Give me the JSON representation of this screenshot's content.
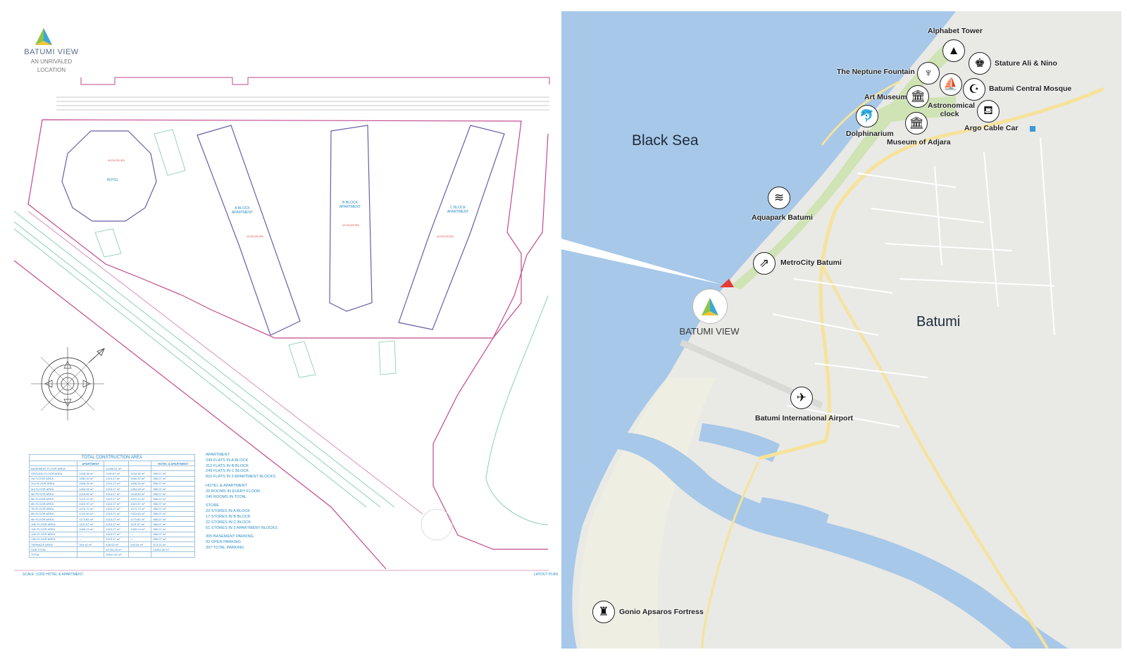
{
  "brand": {
    "name": "BATUMI VIEW",
    "tagline_1": "AN UNRIVALED",
    "tagline_2": "LOCATION"
  },
  "plan": {
    "buildings": {
      "hotel": "HOTEL",
      "a_block_1": "A BLOCK",
      "a_block_2": "APARTMENT",
      "b_block_1": "B BLOCK",
      "b_block_2": "APARTMENT",
      "c_block_1": "C BLOCK",
      "c_block_2": "APARTMENT"
    },
    "levels": {
      "hotel": "±0.00 (20.90)",
      "a_block": "±0.00 (20.90)",
      "b_block": "±0.00 (20.90)",
      "c_block": "±0.00 (20.90)"
    },
    "footer_left": "SCALE: 1/200    HOTEL & APARTMENT",
    "footer_right": "LAYOUT PLAN",
    "table": {
      "title": "TOTAL CONSTRUCTION AREA",
      "headers": [
        "",
        "APARTMENT",
        "",
        "",
        "HOTEL & APARTMENT"
      ],
      "rows": [
        [
          "BASEMENT FLOOR AREA",
          "",
          "11495.31 m²",
          "",
          ""
        ],
        [
          "GROUND FLOOR AREA",
          "1418.38 m²",
          "1192.87 m²",
          "1418.38 m²",
          "956.07 m²"
        ],
        [
          "1st FLOOR AREA",
          "1550.92 m²",
          "1313.27 m²",
          "1550.92 m²",
          "956.07 m²"
        ],
        [
          "2nd FLOOR AREA",
          "1506.26 m²",
          "1313.27 m²",
          "1506.26 m²",
          "956.07 m²"
        ],
        [
          "3rd FLOOR AREA",
          "1464.28 m²",
          "1313.27 m²",
          "1464.28 m²",
          "956.07 m²"
        ],
        [
          "4th FLOOR AREA",
          "1418.82 m²",
          "1313.27 m²",
          "1418.82 m²",
          "956.07 m²"
        ],
        [
          "5th FLOOR AREA",
          "1372.12 m²",
          "1313.27 m²",
          "1372.12 m²",
          "956.07 m²"
        ],
        [
          "6th FLOOR AREA",
          "1323.97 m²",
          "1313.27 m²",
          "1323.97 m²",
          "956.07 m²"
        ],
        [
          "7th FLOOR AREA",
          "1274.72 m²",
          "1313.27 m²",
          "1274.72 m²",
          "956.07 m²"
        ],
        [
          "8th FLOOR AREA",
          "1224.60 m²",
          "1313.27 m²",
          "1224.60 m²",
          "956.07 m²"
        ],
        [
          "9th FLOOR AREA",
          "1173.82 m²",
          "1313.27 m²",
          "1173.82 m²",
          "956.07 m²"
        ],
        [
          "10th FLOOR AREA",
          "1121.57 m²",
          "1313.27 m²",
          "1121.57 m²",
          "956.07 m²"
        ],
        [
          "11th FLOOR AREA",
          "1069.14 m²",
          "1313.27 m²",
          "1069.14 m²",
          "956.07 m²"
        ],
        [
          "12th FLOOR AREA",
          "—",
          "1313.27 m²",
          "—",
          "956.07 m²"
        ],
        [
          "13th FLOOR AREA",
          "—",
          "1313.27 m²",
          "—",
          "956.07 m²"
        ],
        [
          "TERRACE AREA",
          "349.44 m²",
          "448.03 m²",
          "349.44 m²",
          "573.21 m²"
        ],
        [
          "SUB TOTAL",
          "",
          "62746.26 m²",
          "",
          "15494.26 m²"
        ],
        [
          "TOTAL",
          "",
          "78241.52 m²",
          "",
          ""
        ]
      ]
    },
    "notes": [
      [
        "APARTMENT",
        "249 FLATS IN A BLOCK",
        "312 FLATS IN B BLOCK",
        "249 FLATS IN C BLOCK",
        "810 FLATS IN 3 APARTMENT BLOCKS"
      ],
      [
        "HOTEL & APARTMENT",
        "20 ROOMS IN EVERY FLOOR",
        "240 ROOMS IN TOTAL"
      ],
      [
        "STORE",
        "22 STORES IN A BLOCK",
        "17 STORES IN B BLOCK",
        "22 STORES IN C BLOCK",
        "61 STORES IN 3 APARTMENT BLOCKS"
      ],
      [
        "305 BASEMENT PARKING",
        "92 OPEN PARKING",
        "397 TOTAL PARKING"
      ]
    ]
  },
  "map": {
    "sea_label": "Black Sea",
    "city_label": "Batumi",
    "project_label": "BATUMI VIEW",
    "colors": {
      "sea": "#a7c8e8",
      "land": "#e9e9e6",
      "roads": "#f6e39a",
      "park": "#cfe3b4",
      "marker": "#e53935"
    },
    "pois": [
      {
        "id": "alphabet-tower",
        "label": "Alphabet Tower",
        "icon": "tower-icon"
      },
      {
        "id": "stature-ali-nino",
        "label": "Stature Ali & Nino",
        "icon": "statue-couple-icon"
      },
      {
        "id": "neptune-fountain",
        "label": "The Neptune Fountain",
        "icon": "neptune-statue-icon"
      },
      {
        "id": "astronomical-clock-ship",
        "label": "",
        "icon": "ship-icon"
      },
      {
        "id": "central-mosque",
        "label": "Batumi Central Mosque",
        "icon": "mosque-icon"
      },
      {
        "id": "art-museum",
        "label": "Art Museum",
        "icon": "museum-icon"
      },
      {
        "id": "astronomical-clock",
        "label": "Astronomical clock",
        "icon": "clock-icon"
      },
      {
        "id": "argo-cable-car",
        "label": "Argo Cable Car",
        "icon": "cable-car-icon"
      },
      {
        "id": "dolphinarium",
        "label": "Dolphinarium",
        "icon": "dolphin-icon"
      },
      {
        "id": "museum-adjara",
        "label": "Museum of Adjara",
        "icon": "museum-icon"
      },
      {
        "id": "aquapark",
        "label": "Aquapark Batumi",
        "icon": "wave-icon"
      },
      {
        "id": "metrocity",
        "label": "MetroCity Batumi",
        "icon": "escalator-icon"
      },
      {
        "id": "airport",
        "label": "Batumi International Airport",
        "icon": "airplane-icon"
      },
      {
        "id": "gonio",
        "label": "Gonio Apsaros Fortress",
        "icon": "fortress-icon"
      }
    ]
  }
}
